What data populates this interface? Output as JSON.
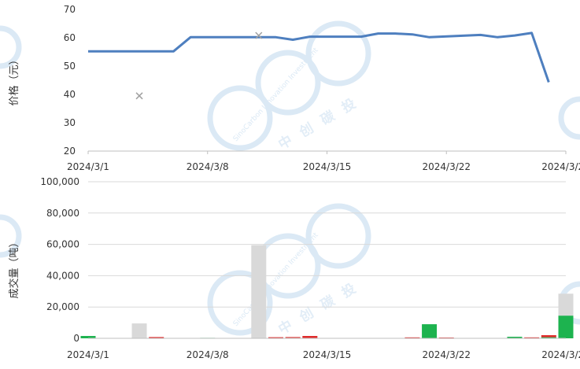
{
  "chart_data": [
    {
      "type": "line",
      "ylabel": "价格（元）",
      "ylim": [
        20,
        70
      ],
      "yticks": [
        20,
        30,
        40,
        50,
        60,
        70
      ],
      "xlim": [
        "2024-03-01",
        "2024-03-29"
      ],
      "xticks": [
        {
          "date": "2024-03-01",
          "label": "2024/3/1"
        },
        {
          "date": "2024-03-08",
          "label": "2024/3/8"
        },
        {
          "date": "2024-03-15",
          "label": "2024/3/15"
        },
        {
          "date": "2024-03-22",
          "label": "2024/3/22"
        },
        {
          "date": "2024-03-29",
          "label": "2024/3/29"
        }
      ],
      "grid": false,
      "series": [
        {
          "color": "#4e7fbf",
          "points": [
            {
              "x": "2024-03-01",
              "y": 55.2
            },
            {
              "x": "2024-03-04",
              "y": 55.2
            },
            {
              "x": "2024-03-06",
              "y": 55.2
            },
            {
              "x": "2024-03-07",
              "y": 60.2
            },
            {
              "x": "2024-03-12",
              "y": 60.2
            },
            {
              "x": "2024-03-13",
              "y": 59.3
            },
            {
              "x": "2024-03-14",
              "y": 60.4
            },
            {
              "x": "2024-03-17",
              "y": 60.4
            },
            {
              "x": "2024-03-18",
              "y": 61.5
            },
            {
              "x": "2024-03-19",
              "y": 61.5
            },
            {
              "x": "2024-03-20",
              "y": 61.2
            },
            {
              "x": "2024-03-21",
              "y": 60.2
            },
            {
              "x": "2024-03-24",
              "y": 61.0
            },
            {
              "x": "2024-03-25",
              "y": 60.2
            },
            {
              "x": "2024-03-26",
              "y": 60.8
            },
            {
              "x": "2024-03-27",
              "y": 61.7
            },
            {
              "x": "2024-03-28",
              "y": 44.3
            }
          ]
        }
      ],
      "markers": [
        {
          "x": "2024-03-04",
          "y": 39.5,
          "symbol": "x",
          "color": "#a0a0a0"
        },
        {
          "x": "2024-03-11",
          "y": 60.8,
          "symbol": "x",
          "color": "#a0a0a0"
        }
      ]
    },
    {
      "type": "bar",
      "stacked": true,
      "ylabel": "成交量（吨）",
      "ylim": [
        0,
        100000
      ],
      "yticks": [
        0,
        20000,
        40000,
        60000,
        80000,
        100000
      ],
      "ytick_labels": [
        "0",
        "20,000",
        "40,000",
        "60,000",
        "80,000",
        "100,000"
      ],
      "xlim": [
        "2024-03-01",
        "2024-03-29"
      ],
      "xticks": [
        {
          "date": "2024-03-01",
          "label": "2024/3/1"
        },
        {
          "date": "2024-03-08",
          "label": "2024/3/8"
        },
        {
          "date": "2024-03-15",
          "label": "2024/3/15"
        },
        {
          "date": "2024-03-22",
          "label": "2024/3/22"
        },
        {
          "date": "2024-03-29",
          "label": "2024/3/29"
        }
      ],
      "grid": true,
      "series": [
        {
          "color": "#1db34f",
          "values": [
            {
              "x": "2024-03-01",
              "y": 1500
            },
            {
              "x": "2024-03-05",
              "y": 200
            },
            {
              "x": "2024-03-08",
              "y": 300
            },
            {
              "x": "2024-03-13",
              "y": 300
            },
            {
              "x": "2024-03-21",
              "y": 9000
            },
            {
              "x": "2024-03-26",
              "y": 1000
            },
            {
              "x": "2024-03-28",
              "y": 700
            },
            {
              "x": "2024-03-29",
              "y": 14500
            }
          ]
        },
        {
          "color": "#e02a2a",
          "values": [
            {
              "x": "2024-03-05",
              "y": 600
            },
            {
              "x": "2024-03-12",
              "y": 700
            },
            {
              "x": "2024-03-13",
              "y": 500
            },
            {
              "x": "2024-03-14",
              "y": 1500
            },
            {
              "x": "2024-03-20",
              "y": 600
            },
            {
              "x": "2024-03-22",
              "y": 500
            },
            {
              "x": "2024-03-27",
              "y": 600
            },
            {
              "x": "2024-03-28",
              "y": 1300
            }
          ]
        },
        {
          "color": "#d9d9d9",
          "values": [
            {
              "x": "2024-03-04",
              "y": 9500
            },
            {
              "x": "2024-03-11",
              "y": 59500
            },
            {
              "x": "2024-03-29",
              "y": 14000
            }
          ]
        }
      ]
    }
  ],
  "watermark": {
    "brand_text": "SinoCarbon Innovation Investment",
    "cn_text": "中创碳投",
    "color": "#dbe9f5"
  }
}
